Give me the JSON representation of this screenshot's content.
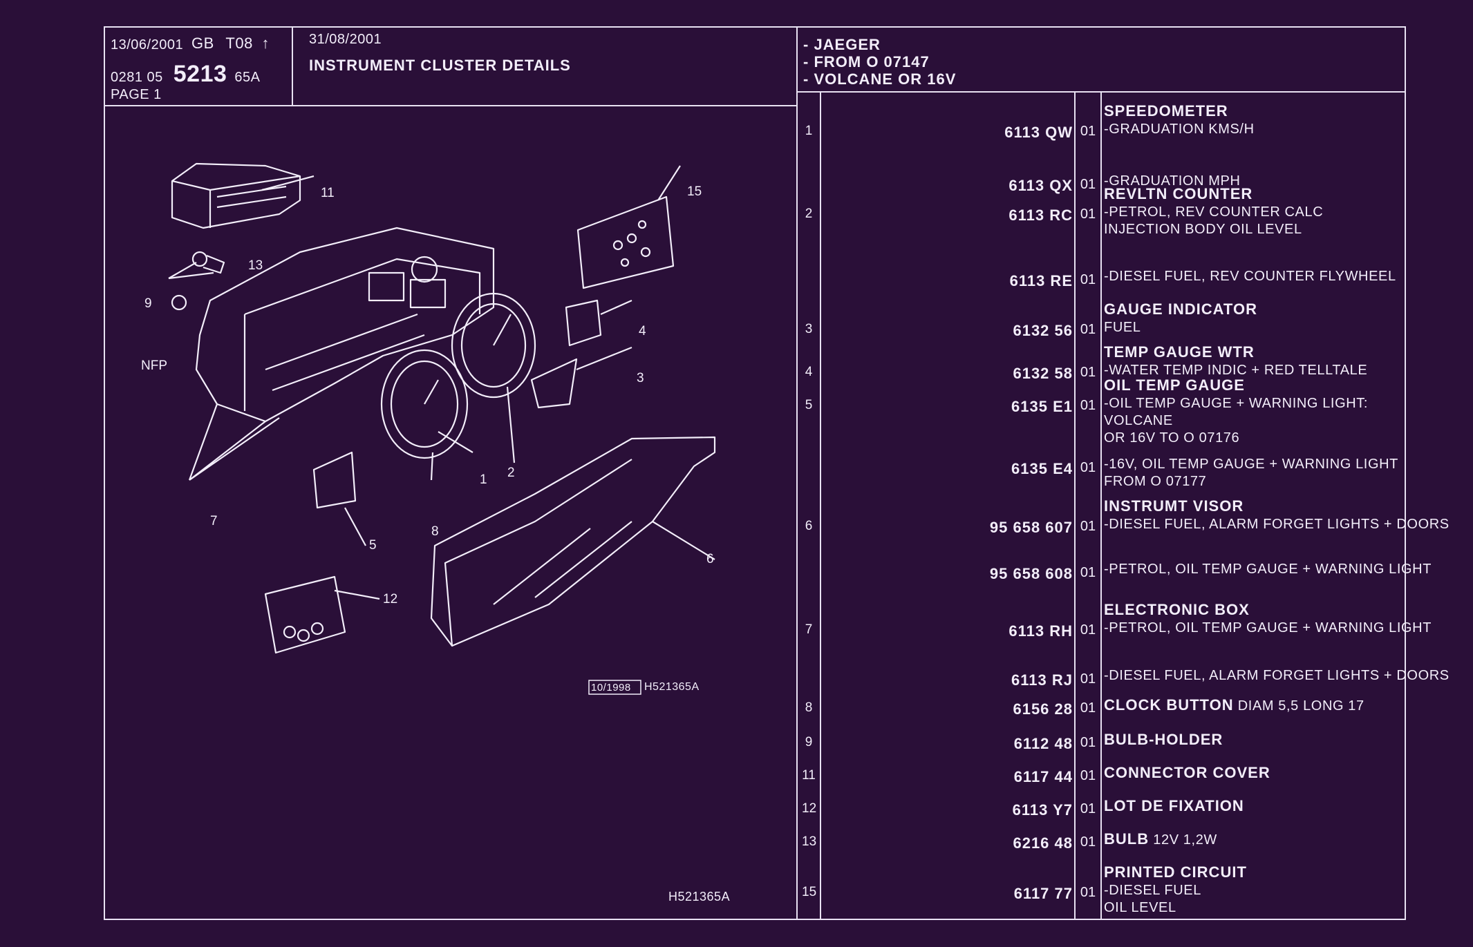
{
  "header": {
    "print_date": "13/06/2001",
    "market": "GB",
    "code": "T08",
    "arrow": "↑",
    "catalogue_prefix": "0281 05",
    "catalogue_main": "5213",
    "catalogue_suffix": "65A",
    "page": "PAGE 1",
    "revision_date": "31/08/2001",
    "title": "INSTRUMENT CLUSTER DETAILS",
    "applicability": [
      "- JAEGER",
      "- FROM O  07147",
      "- VOLCANE OR  16V"
    ]
  },
  "diagram": {
    "callouts": [
      "11",
      "15",
      "13",
      "9",
      "NFP",
      "4",
      "3",
      "1",
      "2",
      "7",
      "8",
      "5",
      "6",
      "12"
    ],
    "stamp_date": "10/1998",
    "stamp_ref": "H521365A",
    "footer_ref": "H521365A"
  },
  "parts": [
    {
      "ref": "1",
      "pn": "6113 QW",
      "qty": "01",
      "lines": [
        {
          "t": "SPEEDOMETER",
          "b": true
        },
        {
          "t": "-GRADUATION KMS/H",
          "b": false
        }
      ]
    },
    {
      "ref": "",
      "pn": "6113 QX",
      "qty": "01",
      "lines": [
        {
          "t": "-GRADUATION MPH",
          "b": false
        }
      ]
    },
    {
      "ref": "2",
      "pn": "6113 RC",
      "qty": "01",
      "lines": [
        {
          "t": "REVLTN COUNTER",
          "b": true
        },
        {
          "t": "-PETROL, REV COUNTER CALC",
          "b": false
        },
        {
          "t": "INJECTION BODY OIL LEVEL",
          "b": false
        }
      ]
    },
    {
      "ref": "",
      "pn": "6113 RE",
      "qty": "01",
      "lines": [
        {
          "t": "-DIESEL FUEL, REV COUNTER FLYWHEEL",
          "b": false
        }
      ]
    },
    {
      "ref": "3",
      "pn": "6132 56",
      "qty": "01",
      "lines": [
        {
          "t": "GAUGE INDICATOR",
          "b": true
        },
        {
          "t": "FUEL",
          "b": false
        }
      ]
    },
    {
      "ref": "4",
      "pn": "6132 58",
      "qty": "01",
      "lines": [
        {
          "t": "TEMP GAUGE WTR",
          "b": true
        },
        {
          "t": "-WATER TEMP INDIC  + RED TELLTALE",
          "b": false
        }
      ]
    },
    {
      "ref": "5",
      "pn": "6135 E1",
      "qty": "01",
      "lines": [
        {
          "t": "OIL TEMP GAUGE",
          "b": true
        },
        {
          "t": "-OIL TEMP GAUGE  +  WARNING LIGHT:",
          "b": false
        },
        {
          "t": "      VOLCANE",
          "b": false
        },
        {
          "t": "OR 16V TO  O  07176",
          "b": false
        }
      ]
    },
    {
      "ref": "",
      "pn": "6135 E4",
      "qty": "01",
      "lines": [
        {
          "t": "-16V, OIL TEMP GAUGE  +  WARNING LIGHT",
          "b": false
        },
        {
          "t": "FROM  O  07177",
          "b": false
        }
      ]
    },
    {
      "ref": "6",
      "pn": "95 658 607",
      "qty": "01",
      "lines": [
        {
          "t": "INSTRUMT VISOR",
          "b": true
        },
        {
          "t": "-DIESEL FUEL, ALARM FORGET LIGHTS  +  DOORS",
          "b": false
        }
      ]
    },
    {
      "ref": "",
      "pn": "95 658 608",
      "qty": "01",
      "lines": [
        {
          "t": "-PETROL, OIL TEMP GAUGE  +  WARNING LIGHT",
          "b": false
        }
      ]
    },
    {
      "ref": "7",
      "pn": "6113 RH",
      "qty": "01",
      "lines": [
        {
          "t": "ELECTRONIC BOX",
          "b": true
        },
        {
          "t": "-PETROL, OIL TEMP GAUGE  +  WARNING LIGHT",
          "b": false
        }
      ]
    },
    {
      "ref": "",
      "pn": "6113 RJ",
      "qty": "01",
      "lines": [
        {
          "t": "-DIESEL FUEL, ALARM FORGET LIGHTS  +  DOORS",
          "b": false
        }
      ]
    },
    {
      "ref": "8",
      "pn": "6156 28",
      "qty": "01",
      "lines": [
        {
          "t": "CLOCK BUTTON",
          "b": true,
          "extra": " DIAM 5,5 LONG 17"
        }
      ]
    },
    {
      "ref": "9",
      "pn": "6112 48",
      "qty": "01",
      "lines": [
        {
          "t": "BULB-HOLDER",
          "b": true
        }
      ]
    },
    {
      "ref": "11",
      "pn": "6117 44",
      "qty": "01",
      "lines": [
        {
          "t": "CONNECTOR COVER",
          "b": true
        }
      ]
    },
    {
      "ref": "12",
      "pn": "6113 Y7",
      "qty": "01",
      "lines": [
        {
          "t": "LOT DE FIXATION",
          "b": true
        }
      ]
    },
    {
      "ref": "13",
      "pn": "6216 48",
      "qty": "01",
      "lines": [
        {
          "t": "BULB",
          "b": true,
          "extra": " 12V 1,2W"
        }
      ]
    },
    {
      "ref": "15",
      "pn": "6117 77",
      "qty": "01",
      "lines": [
        {
          "t": "PRINTED CIRCUIT",
          "b": true
        },
        {
          "t": "-DIESEL FUEL",
          "b": false
        },
        {
          "t": "OIL LEVEL",
          "b": false
        }
      ]
    }
  ]
}
